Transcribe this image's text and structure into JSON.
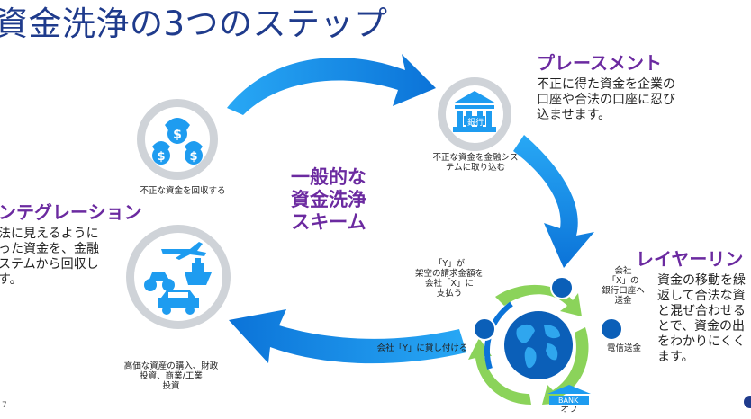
{
  "title": "資金洗浄の3つのステップ",
  "placement": {
    "heading": "プレースメント",
    "body": "不正に得た資金を企業の\n口座や合法の口座に忍び\n込ませます。",
    "caption": "不正な資金を金融シス\nテムに取り込む",
    "bank_label": "銀行"
  },
  "integration": {
    "heading": "ンテグレーション",
    "body": "法に見えるように\nった資金を、金融\nステムから回収し\nす。",
    "caption": "高価な資産の購入、財政\n投資、商業/工業\n投資"
  },
  "layering": {
    "heading": "レイヤーリン",
    "body": "資金の移動を繰\n返して合法な資\nと混ぜ合わせる\nとで、資金の出\nをわかりにくく\nます。",
    "caption_y_pays": "「Y」が\n架空の請求金額を\n会社「X」に\n支払う",
    "caption_x_transfer": "会社\n「X」の\n銀行口座へ\n送金",
    "caption_loan": "会社「Y」に貸し付ける",
    "caption_wire": "電信送金",
    "caption_offshore": "オフ",
    "bank_label": "BANK"
  },
  "collect_caption": "不正な資金を回収する",
  "center_label": "一般的な\n資金洗浄\nスキーム",
  "page_number": "7",
  "colors": {
    "title": "#1f3b8c",
    "heading": "#6b2aa0",
    "arrow": "#1e9cf0",
    "arrow_dark": "#0a6fd3",
    "green": "#8bd35a",
    "icon_blue": "#1e9cf0"
  }
}
